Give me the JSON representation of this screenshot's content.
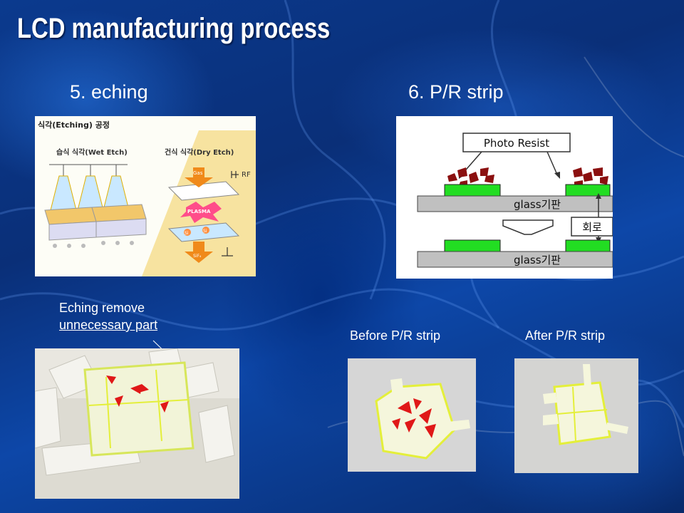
{
  "slide": {
    "title": "LCD manufacturing process",
    "step5": {
      "label": "5. eching",
      "diagram": {
        "heading": "식각(Etching) 공정",
        "wet_etch": "습식 식각(Wet Etch)",
        "dry_etch": "건식 식각(Dry Etch)",
        "rf": "RF",
        "gas": "Gas",
        "plasma": "PLASMA",
        "si": "Si",
        "sif4": "SiF₄"
      },
      "caption_line1": "Eching   remove",
      "caption_line2": "unnecessary  part"
    },
    "step6": {
      "label": "6. P/R strip",
      "diagram": {
        "photo_resist": "Photo Resist",
        "glass_top": "glass기판",
        "glass_bottom": "glass기판",
        "circuit": "회로"
      },
      "before_caption": "Before P/R strip",
      "after_caption": "After P/R strip"
    }
  },
  "colors": {
    "background": "#0b3a8e",
    "accent_green": "#22dd22",
    "resist_red": "#8b1010",
    "dry_etch_panel": "#f5dc8a"
  }
}
